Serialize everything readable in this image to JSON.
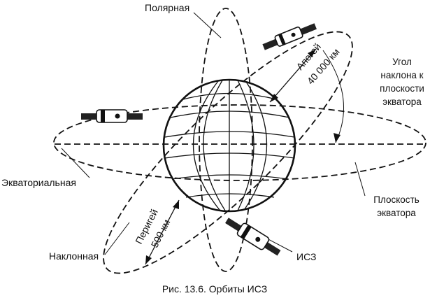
{
  "labels": {
    "polar": "Полярная",
    "equatorial": "Экваториальная",
    "inclined": "Наклонная",
    "satellite": "ИСЗ",
    "apogee": "Апогей",
    "apogee_distance": "40 000 км",
    "perigee": "Перигей",
    "perigee_distance": "500 км",
    "inclination_angle": [
      "Угол",
      "наклона к",
      "плоскости",
      "экватора"
    ],
    "equator_plane": [
      "Плоскость",
      "экватора"
    ]
  },
  "caption": "Рис. 13.6. Орбиты ИСЗ",
  "colors": {
    "ink": "#111111",
    "background": "#ffffff"
  }
}
